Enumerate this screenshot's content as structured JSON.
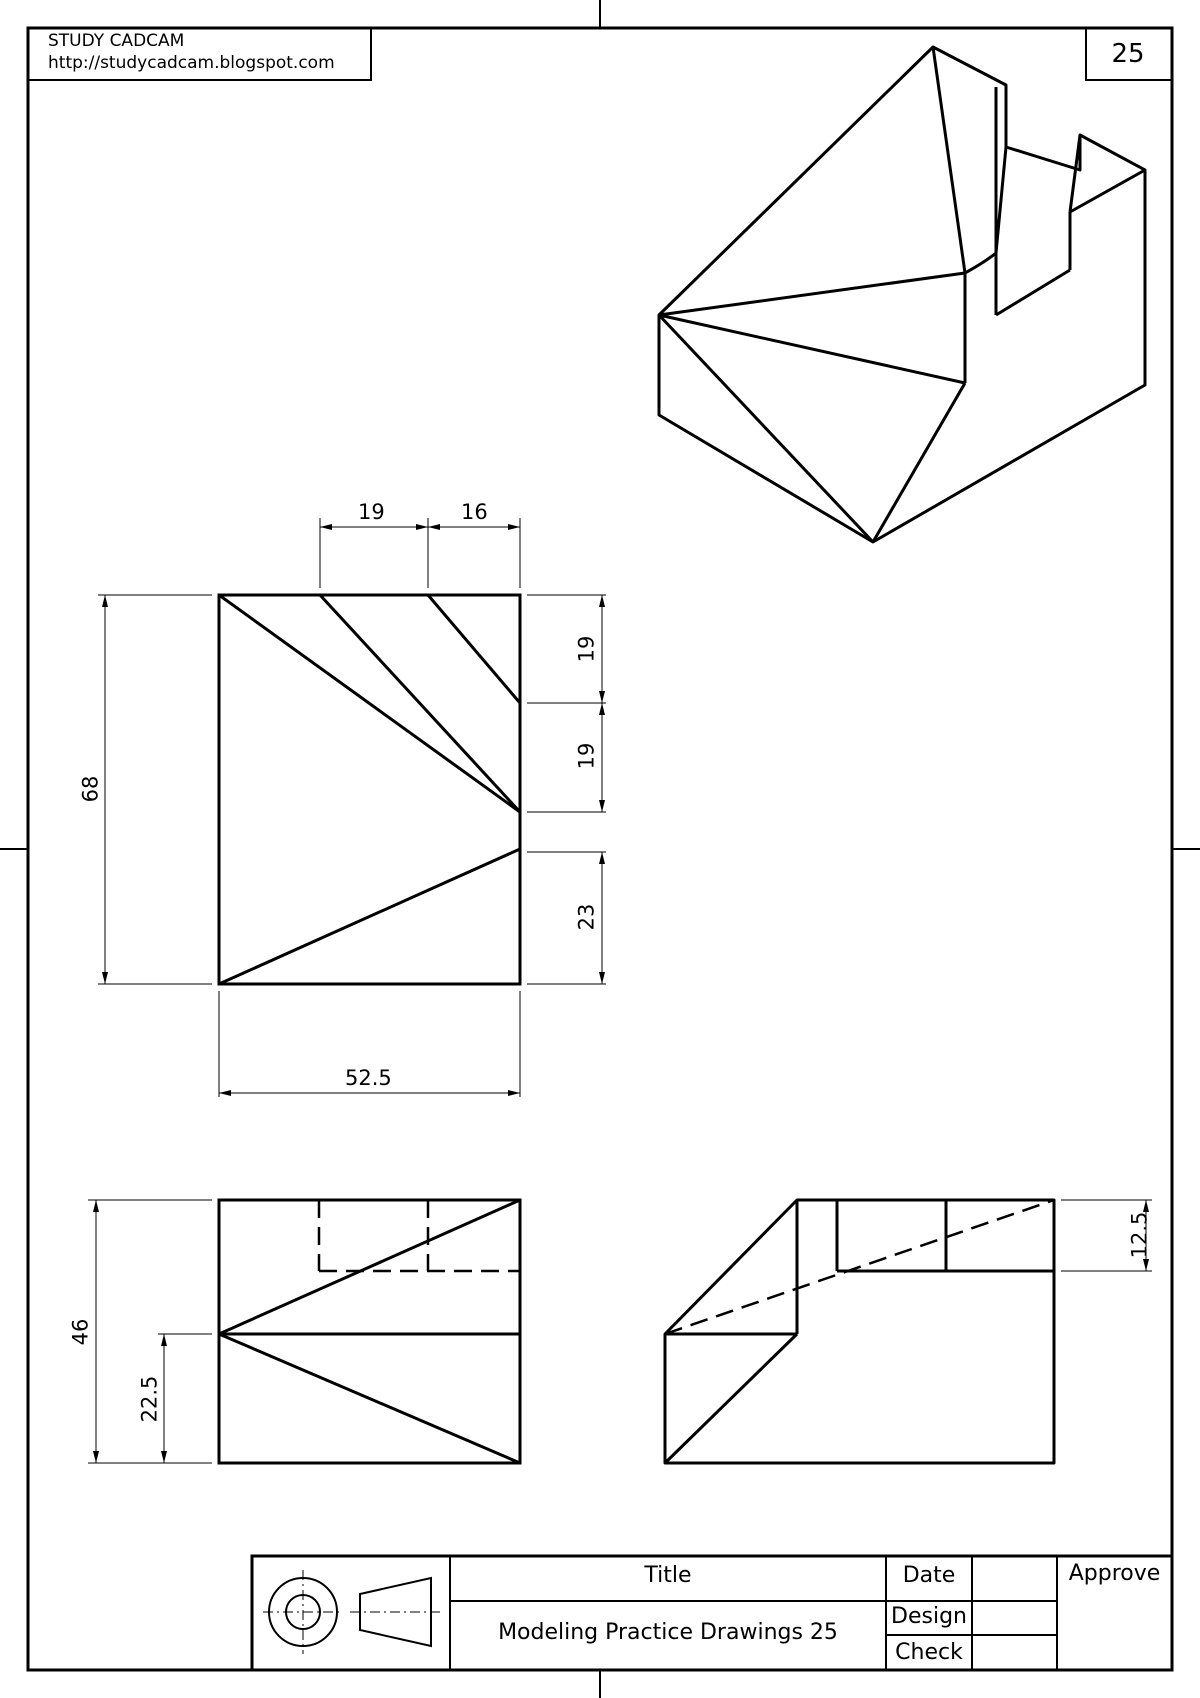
{
  "header": {
    "brand": "STUDY CADCAM",
    "url": "http://studycadcam.blogspot.com",
    "page_number": "25"
  },
  "dimensions": {
    "top_19": "19",
    "top_16": "16",
    "left_68": "68",
    "right_19a": "19",
    "right_19b": "19",
    "right_23": "23",
    "bottom_52_5": "52.5",
    "front_46": "46",
    "front_22_5": "22.5",
    "side_12_5": "12.5"
  },
  "title_block": {
    "title_label": "Title",
    "title_value": "Modeling Practice Drawings 25",
    "date_label": "Date",
    "design_label": "Design",
    "check_label": "Check",
    "approve_label": "Approve"
  }
}
